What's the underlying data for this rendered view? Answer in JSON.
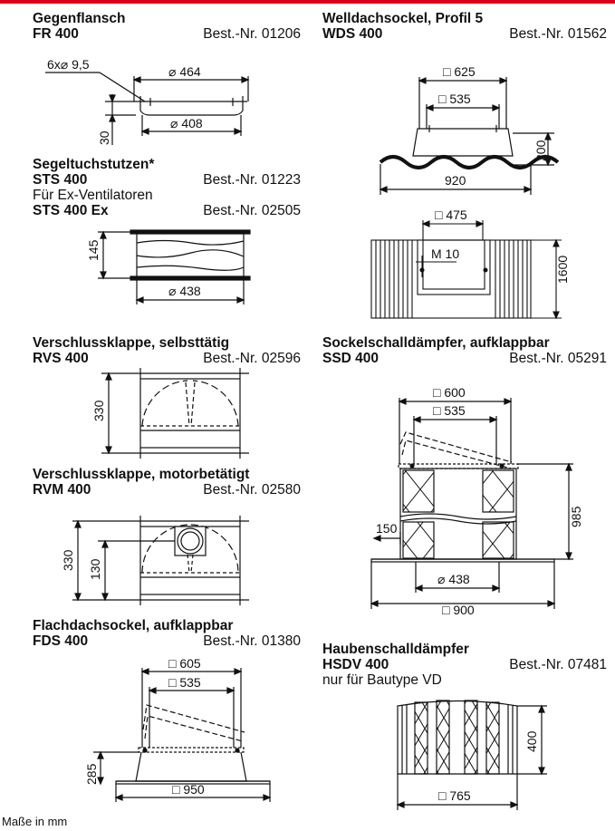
{
  "colors": {
    "accent": "#d8001a"
  },
  "products": {
    "fr": {
      "title": "Gegenflansch",
      "code": "FR 400",
      "order": "Best.-Nr. 01206",
      "dims": {
        "holes": "6x⌀ 9,5",
        "dia_outer": "⌀ 464",
        "dia_inner": "⌀ 408",
        "height": "30"
      }
    },
    "sts": {
      "title": "Segeltuchstutzen*",
      "code": "STS 400",
      "order": "Best.-Nr. 01223",
      "note": "Für Ex-Ventilatoren",
      "code_ex": "STS 400 Ex",
      "order_ex": "Best.-Nr. 02505",
      "dims": {
        "height": "145",
        "dia": "⌀ 438"
      }
    },
    "rvs": {
      "title": "Verschlussklappe, selbsttätig",
      "code": "RVS 400",
      "order": "Best.-Nr. 02596",
      "dims": {
        "height": "330"
      }
    },
    "rvm": {
      "title": "Verschlussklappe, motorbetätigt",
      "code": "RVM 400",
      "order": "Best.-Nr. 02580",
      "dims": {
        "height": "330",
        "motor": "130"
      }
    },
    "fds": {
      "title": "Flachdachsockel, aufklappbar",
      "code": "FDS 400",
      "order": "Best.-Nr. 01380",
      "dims": {
        "top": "□ 605",
        "inner": "□ 535",
        "height": "285",
        "base": "□ 950"
      }
    },
    "wds": {
      "title": "Welldachsockel, Profil 5",
      "code": "WDS 400",
      "order": "Best.-Nr. 01562",
      "dims": {
        "outer": "□ 625",
        "inner": "□ 535",
        "height": "200",
        "width": "920",
        "opening": "□ 475",
        "bolt": "M 10",
        "length": "1600"
      }
    },
    "ssd": {
      "title": "Sockelschalldämpfer, aufklappbar",
      "code": "SSD 400",
      "order": "Best.-Nr. 05291",
      "dims": {
        "outer": "□ 600",
        "inner": "□ 535",
        "height": "985",
        "side": "150",
        "dia": "⌀ 438",
        "base": "□ 900"
      }
    },
    "hsdv": {
      "title": "Haubenschalldämpfer",
      "code": "HSDV 400",
      "order": "Best.-Nr. 07481",
      "note": "nur für Bautype VD",
      "dims": {
        "height": "400",
        "base": "□ 765"
      }
    }
  },
  "footer": "Maße in mm"
}
